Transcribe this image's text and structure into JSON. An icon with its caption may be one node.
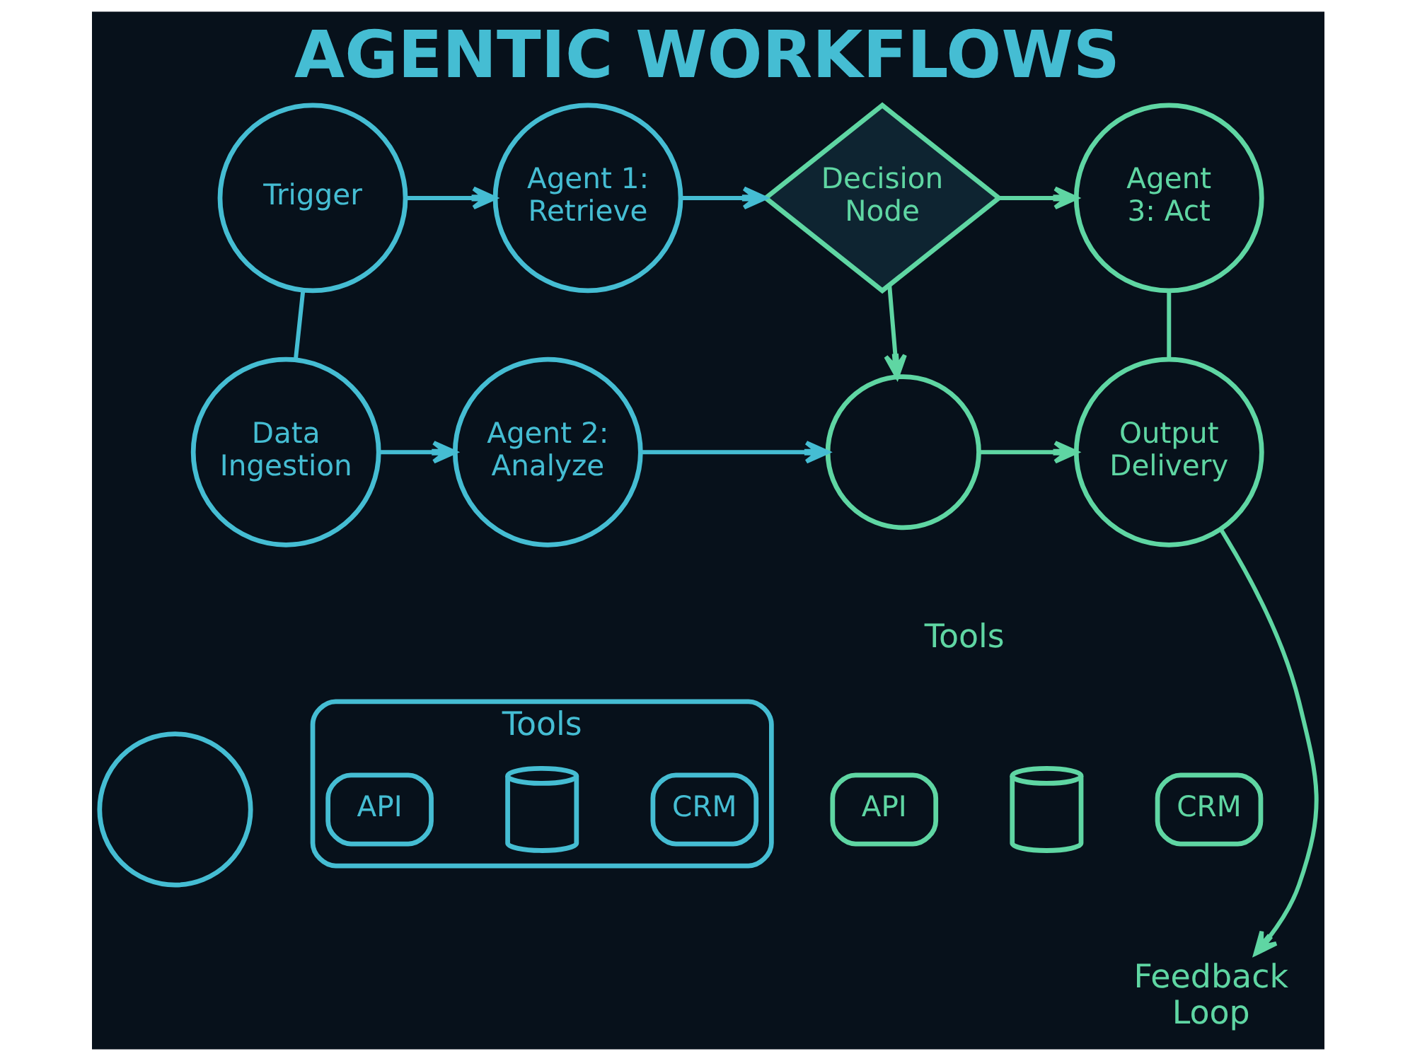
{
  "diagram": {
    "title": "AGENTIC WORKFLOWS",
    "nodes": [
      {
        "text": [
          "Trigger"
        ]
      },
      {
        "text": [
          "Agent 1: Retrieve"
        ]
      },
      {
        "text": [
          "Decision Node"
        ]
      },
      {
        "text": [
          "Agent 3: Act"
        ]
      },
      {
        "text": [
          "Data Ingestion"
        ]
      },
      {
        "text": [
          "Agent 2: Analyze"
        ]
      },
      {
        "text": [],
        "shape": "circle"
      },
      {
        "text": [
          "Output Delivery"
        ]
      },
      {
        "text": [
          "Tools"
        ]
      },
      {
        "text": [
          "API"
        ],
        "in": 8
      },
      {
        "text": [],
        "shape": "cylinder",
        "in": 8
      },
      {
        "text": [
          "CRM"
        ],
        "in": 8
      },
      {
        "text": [
          "API"
        ]
      },
      {
        "text": [],
        "shape": "cylinder"
      },
      {
        "text": [
          "CRM"
        ]
      },
      {
        "text": [],
        "shape": "circle"
      },
      {
        "text": [
          "Feedback Loop"
        ]
      }
    ],
    "edges": [
      {
        "from": 0,
        "to": 1,
        "arrow": "to"
      },
      {
        "from": 1,
        "to": 2,
        "arrow": "to"
      },
      {
        "from": 2,
        "to": 3,
        "arrow": "to",
        "color": "#5fd6a3"
      },
      {
        "from": 0,
        "to": 4,
        "arrow": "none"
      },
      {
        "from": 2,
        "to": 6,
        "arrow": "to",
        "color": "#5fd6a3"
      },
      {
        "from": 3,
        "to": 7,
        "arrow": "none",
        "color": "#5fd6a3"
      },
      {
        "from": 4,
        "to": 5,
        "arrow": "to"
      },
      {
        "from": 5,
        "to": 6,
        "arrow": "to"
      },
      {
        "from": 6,
        "to": 7,
        "arrow": "to",
        "color": "#5fd6a3"
      },
      {
        "from": 7,
        "to": 16,
        "arrow": "to",
        "color": "#5fd6a3"
      }
    ],
    "labels": [
      "Tools"
    ]
  }
}
